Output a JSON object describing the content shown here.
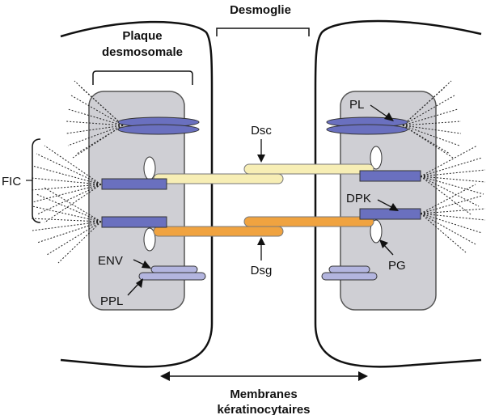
{
  "labels": {
    "desmoglie": "Desmoglie",
    "plaque_line1": "Plaque",
    "plaque_line2": "desmosomale",
    "fic": "FIC",
    "dsc": "Dsc",
    "dsg": "Dsg",
    "pl": "PL",
    "dpk": "DPK",
    "pg": "PG",
    "env": "ENV",
    "ppl": "PPL",
    "membranes_line1": "Membranes",
    "membranes_line2": "kératinocytaires"
  },
  "colors": {
    "plaque_fill": "#cfcfd4",
    "plaque_stroke": "#555555",
    "dark_blue": "#6a70bf",
    "light_blue": "#b3b5df",
    "desmocollin": "#f7eeb5",
    "desmoglein": "#f0a340",
    "line": "#111111"
  }
}
